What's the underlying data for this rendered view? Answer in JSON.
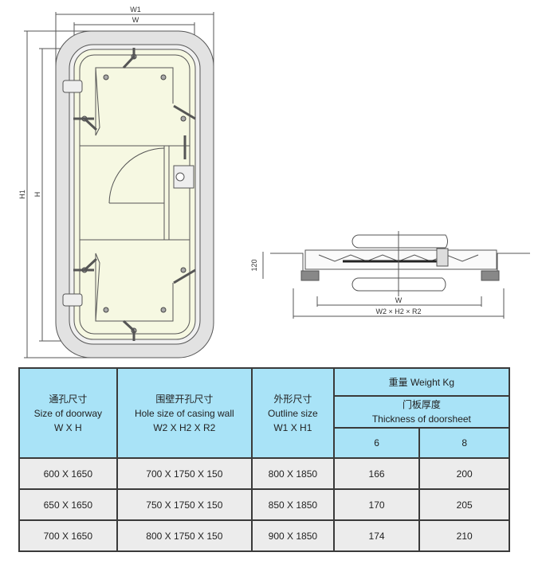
{
  "drawing": {
    "front_view": {
      "dim_w1": "W1",
      "dim_w": "W",
      "dim_h1": "H1",
      "dim_h": "H"
    },
    "section_view": {
      "dim_thickness": "120",
      "dim_w": "W",
      "dim_hole": "W2 × H2 × R2"
    },
    "colors": {
      "frame": "#e2e2e2",
      "panel": "#f6f8e2",
      "line": "#555555"
    }
  },
  "table": {
    "header": {
      "col1": {
        "zh": "通孔尺寸",
        "en": "Size of doorway",
        "formula": "W X H"
      },
      "col2": {
        "zh": "围壁开孔尺寸",
        "en": "Hole size of casing wall",
        "formula": "W2 X H2 X R2"
      },
      "col3": {
        "zh": "外形尺寸",
        "en": "Outline size",
        "formula": "W1 X H1"
      },
      "weight": "重量 Weight Kg",
      "thickness_zh": "门板厚度",
      "thickness_en": "Thickness of doorsheet",
      "t6": "6",
      "t8": "8"
    },
    "rows": [
      [
        "600 X 1650",
        "700 X 1750 X 150",
        "800 X 1850",
        "166",
        "200"
      ],
      [
        "650 X 1650",
        "750 X 1750 X 150",
        "850 X 1850",
        "170",
        "205"
      ],
      [
        "700 X 1650",
        "800 X 1750 X 150",
        "900 X 1850",
        "174",
        "210"
      ]
    ],
    "colors": {
      "header_bg": "#a9e3f7",
      "row_bg": "#ececec",
      "border": "#3a3a3a"
    }
  }
}
